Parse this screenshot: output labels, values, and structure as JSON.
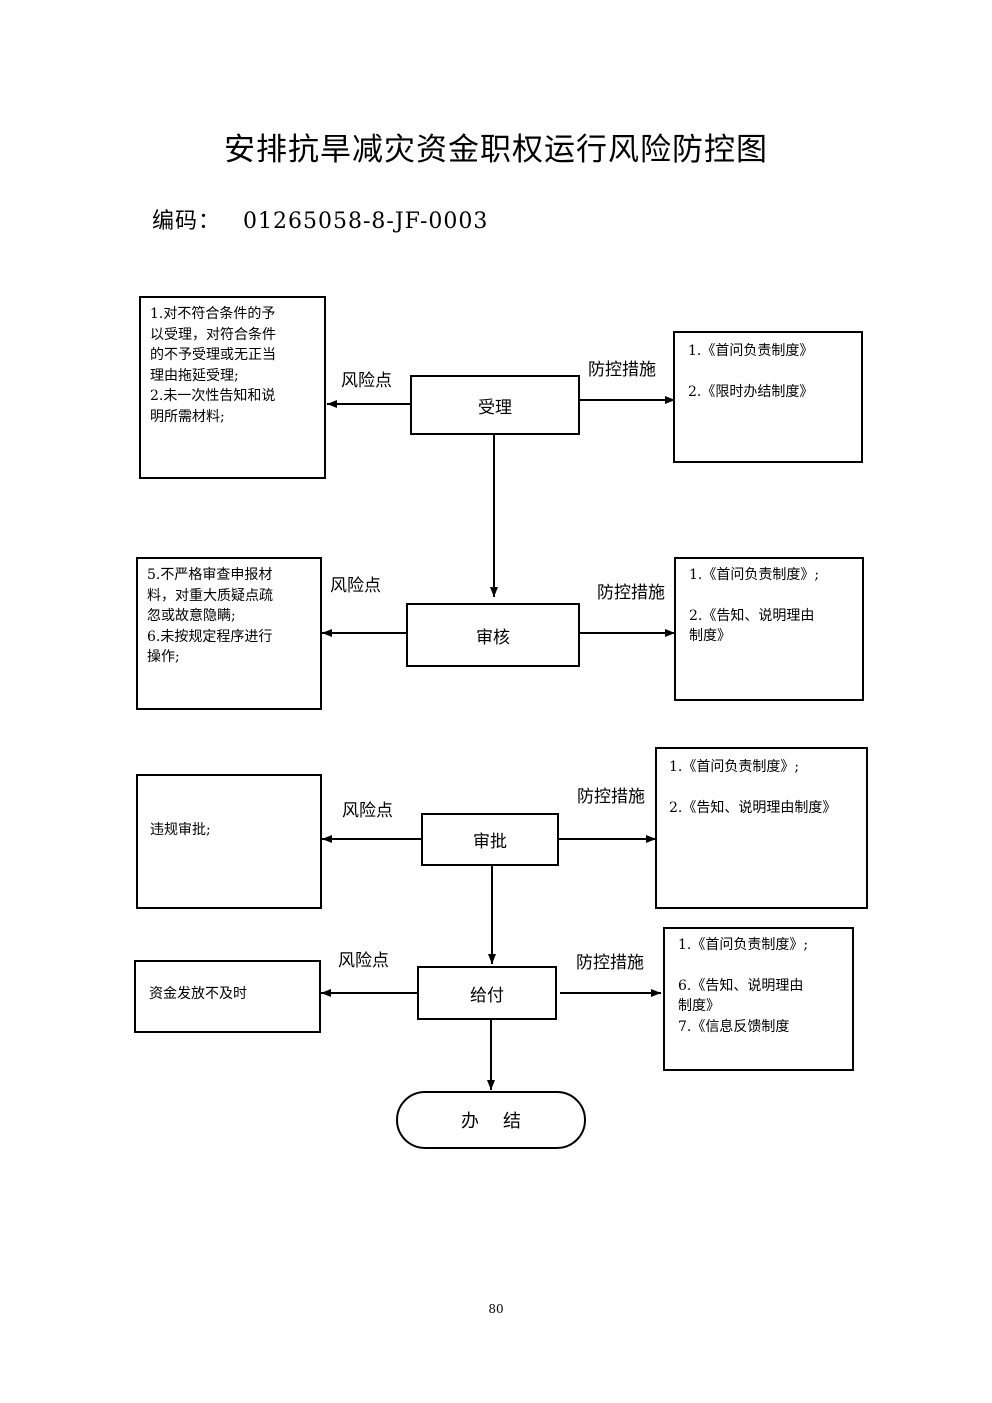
{
  "title": "安排抗旱减灾资金职权运行风险防控图",
  "code": {
    "label": "编码：",
    "value": "01265058-8-JF-0003"
  },
  "edge_labels": {
    "risk": "风险点",
    "measure": "防控措施"
  },
  "steps": {
    "accept": {
      "label": "受理",
      "risks": [
        "1.对不符合条件的予",
        "以受理，对符合条件",
        "的不予受理或无正当",
        "理由拖延受理;",
        "2.未一次性告知和说",
        "明所需材料;"
      ],
      "measures": [
        "1.《首问负责制度》",
        "",
        "2.《限时办结制度》"
      ]
    },
    "review": {
      "label": "审核",
      "risks": [
        "5.不严格审查申报材",
        "料，对重大质疑点疏",
        "忽或故意隐瞒;",
        "6.未按规定程序进行",
        "操作;"
      ],
      "measures": [
        "1.《首问负责制度》;",
        "",
        "2.《告知、说明理由",
        "制度》"
      ]
    },
    "approve": {
      "label": "审批",
      "risks": [
        "违规审批;"
      ],
      "measures": [
        "1.《首问负责制度》;",
        "",
        "2.《告知、说明理由制度》"
      ]
    },
    "pay": {
      "label": "给付",
      "risks": [
        "资金发放不及时"
      ],
      "measures": [
        "1.《首问负责制度》;",
        "",
        "6.《告知、说明理由",
        "制度》",
        "7.《信息反馈制度"
      ]
    }
  },
  "end_label": "办结",
  "page_number": "80"
}
